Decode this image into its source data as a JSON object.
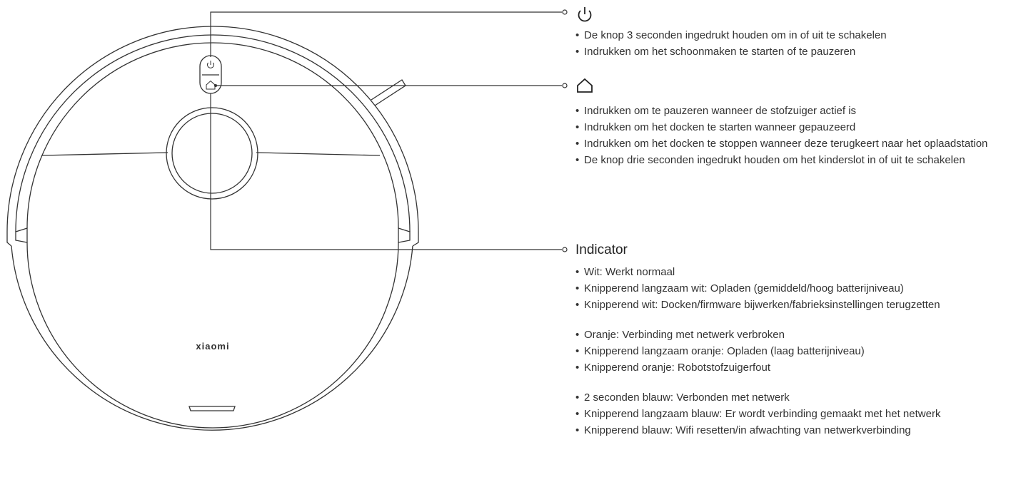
{
  "robot": {
    "brand_logo": "xiaomi"
  },
  "sections": [
    {
      "heading_icon": "power-icon",
      "heading": "",
      "bullets": [
        "De knop 3 seconden ingedrukt houden om in of uit te schakelen",
        "Indrukken om het schoonmaken te starten of te pauzeren"
      ]
    },
    {
      "heading_icon": "home-icon",
      "heading": "",
      "bullets": [
        "Indrukken om te pauzeren wanneer de stofzuiger actief is",
        "Indrukken om het docken te starten wanneer gepauzeerd",
        "Indrukken om het docken te stoppen wanneer deze terugkeert naar het oplaadstation",
        "De knop drie seconden ingedrukt houden om het kinderslot in of uit te schakelen"
      ]
    },
    {
      "heading_icon": "",
      "heading": "Indicator",
      "bullets": [
        "Wit: Werkt normaal",
        "Knipperend langzaam wit: Opladen (gemiddeld/hoog batterijniveau)",
        "Knipperend wit: Docken/firmware bijwerken/fabrieksinstellingen terugzetten",
        "Oranje: Verbinding met netwerk verbroken",
        "Knipperend langzaam oranje: Opladen (laag batterijniveau)",
        "Knipperend oranje: Robotstofzuigerfout",
        "2 seconden blauw: Verbonden met netwerk",
        "Knipperend langzaam blauw: Er wordt verbinding gemaakt met het netwerk",
        "Knipperend blauw: Wifi resetten/in afwachting van netwerkverbinding"
      ]
    }
  ]
}
